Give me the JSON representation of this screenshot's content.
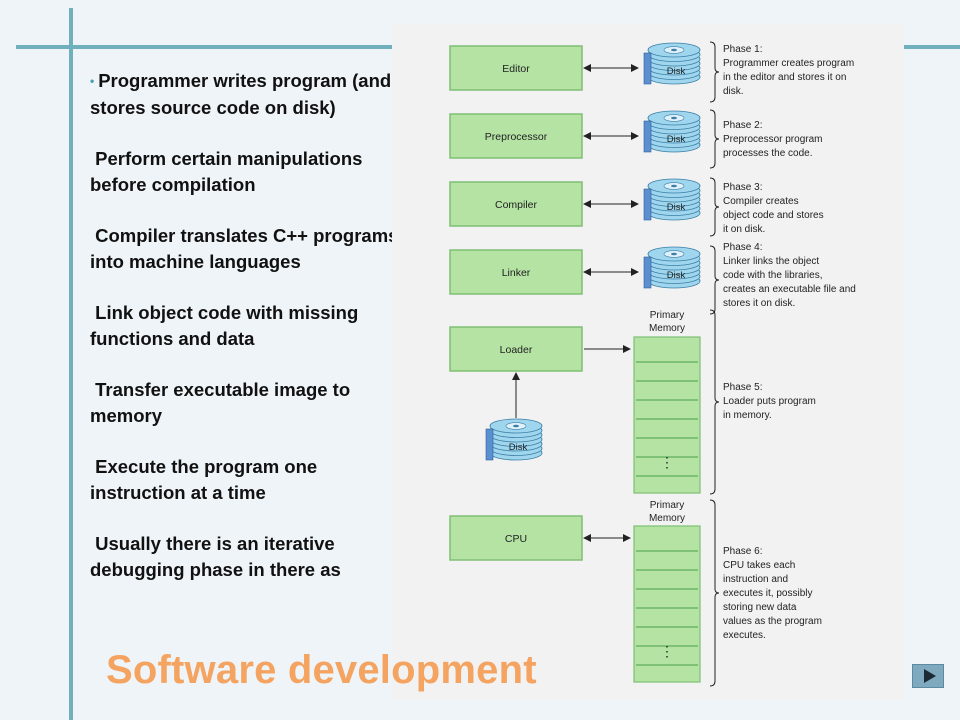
{
  "bullets": [
    "Programmer writes program (and stores source code on disk)",
    "Perform certain manipulations before compilation",
    "Compiler translates C++ programs into machine languages",
    "Link object code with missing functions and data",
    "Transfer executable image to memory",
    "Execute the program one instruction at a time",
    "Usually there is an iterative debugging phase in there as"
  ],
  "slide_title": "Software development",
  "diagram": {
    "boxes": [
      "Editor",
      "Preprocessor",
      "Compiler",
      "Linker",
      "Loader",
      "CPU"
    ],
    "disk_label": "Disk",
    "memory_label": [
      "Primary",
      "Memory"
    ],
    "ellipsis": "⋮",
    "phases": [
      [
        "Phase 1:",
        "Programmer creates program",
        "in the editor and stores it on",
        "disk."
      ],
      [
        "Phase 2:",
        "Preprocessor program",
        "processes the code."
      ],
      [
        "Phase 3:",
        "Compiler creates",
        "object code and stores",
        "it on disk."
      ],
      [
        "Phase 4:",
        "Linker links the object",
        "code with the libraries,",
        "creates an executable file and",
        "stores it on disk."
      ],
      [
        "Phase 5:",
        "Loader puts program",
        "in memory."
      ],
      [
        "Phase 6:",
        "CPU takes each",
        "instruction and",
        "executes it, possibly",
        "storing new data",
        "values as the program",
        "executes."
      ]
    ]
  },
  "colors": {
    "box_fill": "#b4e3a4",
    "box_stroke": "#7fbf74",
    "disk_fill": "#9fd6ee",
    "title": "#f4a460",
    "accent_lines": "#6fb0bc"
  },
  "icons": {
    "bullet": "bullet-dot-icon",
    "disk": "disk-icon",
    "next": "next-slide-arrow-icon"
  }
}
